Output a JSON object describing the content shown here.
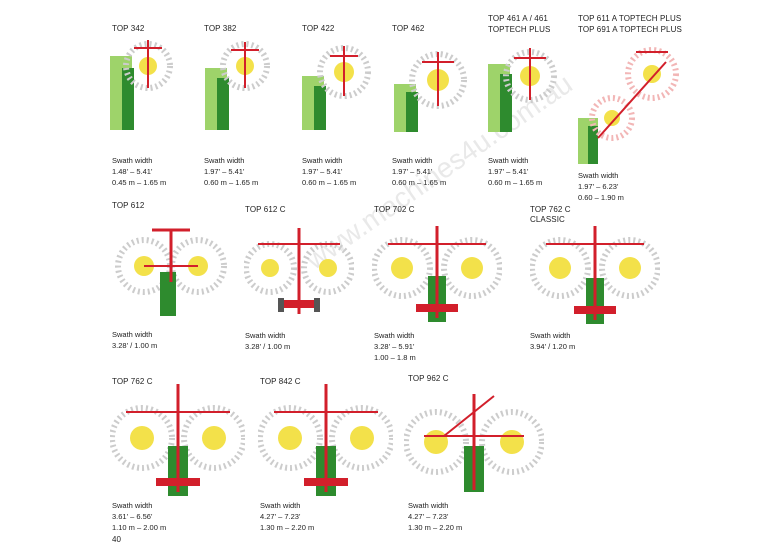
{
  "watermark": "www.machines4u.com.au",
  "page_number": "40",
  "spec_label": "Swath width",
  "colors": {
    "machine_red": "#d21f2b",
    "tractor_green": "#2e8b2e",
    "hay_yellow": "#f3e14a"
  },
  "models": [
    {
      "name": "TOP 342",
      "spec1": "1.48' – 5.41'",
      "spec2": "0.45 m – 1.65 m",
      "spec3": ""
    },
    {
      "name": "TOP 382",
      "spec1": "1.97' – 5.41'",
      "spec2": "0.60 m – 1.65 m",
      "spec3": ""
    },
    {
      "name": "TOP 422",
      "spec1": "1.97' – 5.41'",
      "spec2": "0.60 m – 1.65 m",
      "spec3": ""
    },
    {
      "name": "TOP 462",
      "spec1": "1.97' – 5.41'",
      "spec2": "0.60 m – 1.65 m",
      "spec3": ""
    },
    {
      "name": "TOP 461 A / 461",
      "name2": "TOPTECH PLUS",
      "spec1": "1.97' – 5.41'",
      "spec2": "0.60 m – 1.65 m",
      "spec3": ""
    },
    {
      "name": "TOP 611 A TOPTECH PLUS",
      "name2": "TOP 691 A TOPTECH PLUS",
      "spec1": "1.97' – 6.23'",
      "spec2": "0.60 – 1.90 m",
      "spec3": ""
    },
    {
      "name": "TOP 612",
      "spec1": "3.28' / 1.00 m",
      "spec2": "",
      "spec3": ""
    },
    {
      "name": "TOP 612 C",
      "spec1": "3.28' / 1.00 m",
      "spec2": "",
      "spec3": ""
    },
    {
      "name": "TOP 702 C",
      "spec1": "3.28' – 5.91'",
      "spec2": "1.00 – 1.8 m",
      "spec3": ""
    },
    {
      "name": "TOP 762 C",
      "name2": "CLASSIC",
      "spec1": "3.94' / 1.20 m",
      "spec2": "",
      "spec3": ""
    },
    {
      "name": "TOP 762 C",
      "spec1": "3.61' – 6.56'",
      "spec2": "1.10 m – 2.00 m",
      "spec3": ""
    },
    {
      "name": "TOP 842 C",
      "spec1": "4.27' – 7.23'",
      "spec2": "1.30 m – 2.20 m",
      "spec3": ""
    },
    {
      "name": "TOP 962 C",
      "spec1": "4.27' – 7.23'",
      "spec2": "1.30 m – 2.20 m",
      "spec3": ""
    }
  ]
}
